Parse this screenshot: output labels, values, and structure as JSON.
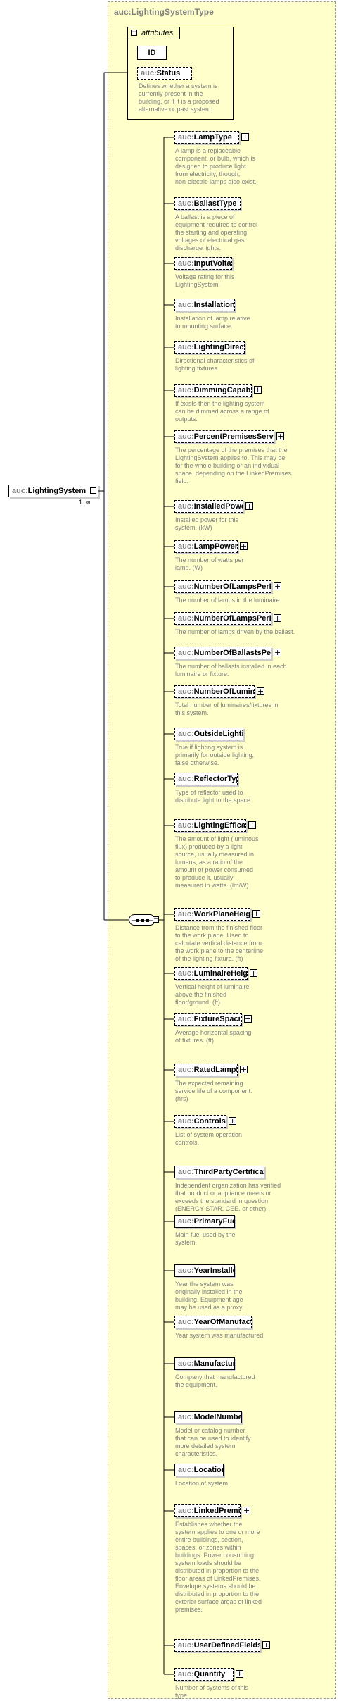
{
  "type_name": "auc:LightingSystemType",
  "attributes": {
    "group_label": "attributes",
    "id_label": "ID",
    "status": {
      "prefix": "auc:",
      "name": "Status",
      "doc": [
        "Defines whether a system is",
        "currently present in the",
        "building, or if it is a proposed",
        "alternative or past system."
      ]
    }
  },
  "root": {
    "prefix": "auc:",
    "name": "LightingSystem",
    "cardinality": "1..∞"
  },
  "elements": [
    {
      "prefix": "auc:",
      "name": "LampType",
      "plus": true,
      "doc": [
        "A lamp is a replaceable",
        "component, or bulb, which is",
        "designed to produce light",
        "from electricity, though,",
        "non-electric lamps also exist."
      ]
    },
    {
      "prefix": "auc:",
      "name": "BallastType",
      "plus": false,
      "doc": [
        "A ballast is a piece of",
        "equipment required to control",
        "the starting and operating",
        "voltages of electrical gas",
        "discharge lights."
      ]
    },
    {
      "prefix": "auc:",
      "name": "InputVoltage",
      "plus": false,
      "doc": [
        "Voltage rating for this",
        "LightingSystem."
      ]
    },
    {
      "prefix": "auc:",
      "name": "InstallationType",
      "plus": false,
      "doc": [
        "Installation of lamp relative",
        "to mounting surface."
      ]
    },
    {
      "prefix": "auc:",
      "name": "LightingDirection",
      "plus": false,
      "doc": [
        "Directional characteristics of",
        "lighting fixtures."
      ]
    },
    {
      "prefix": "auc:",
      "name": "DimmingCapability",
      "plus": true,
      "doc": [
        "If exists then the lighting system",
        "can be dimmed across a range of",
        "outputs."
      ]
    },
    {
      "prefix": "auc:",
      "name": "PercentPremisesServed",
      "plus": true,
      "doc": [
        "The percentage of the premises that the",
        "LightingSystem applies to. This may be",
        "for the whole building or an individual",
        "space, depending on the LinkedPremises",
        "field."
      ]
    },
    {
      "prefix": "auc:",
      "name": "InstalledPower",
      "plus": true,
      "doc": [
        "Installed power for this",
        "system. (kW)"
      ]
    },
    {
      "prefix": "auc:",
      "name": "LampPower",
      "plus": true,
      "doc": [
        "The number of watts per",
        "lamp. (W)"
      ]
    },
    {
      "prefix": "auc:",
      "name": "NumberOfLampsPerLumin...",
      "plus": true,
      "doc": [
        "The number of lamps in the luminaire."
      ]
    },
    {
      "prefix": "auc:",
      "name": "NumberOfLampsPerBallast",
      "plus": true,
      "doc": [
        "The number of lamps driven by the ballast."
      ]
    },
    {
      "prefix": "auc:",
      "name": "NumberOfBallastsPerLumi...",
      "plus": true,
      "doc": [
        "The number of ballasts installed in each",
        "luminaire or fixture."
      ]
    },
    {
      "prefix": "auc:",
      "name": "NumberOfLuminaires",
      "plus": true,
      "doc": [
        "Total number of luminaires/fixtures in",
        "this system."
      ]
    },
    {
      "prefix": "auc:",
      "name": "OutsideLighting",
      "plus": false,
      "doc": [
        "True if lighting system is",
        "primarily for outside lighting,",
        "false otherwise."
      ]
    },
    {
      "prefix": "auc:",
      "name": "ReflectorType",
      "plus": false,
      "doc": [
        "Type of reflector used to",
        "distribute light to the space."
      ]
    },
    {
      "prefix": "auc:",
      "name": "LightingEfficacy",
      "plus": true,
      "doc": [
        "The amount of light (luminous",
        "flux) produced by a light",
        "source, usually measured in",
        "lumens, as a ratio of the",
        "amount of power consumed",
        "to produce it, usually",
        "measured in watts. (lm/W)"
      ]
    },
    {
      "prefix": "auc:",
      "name": "WorkPlaneHeight",
      "plus": true,
      "doc": [
        "Distance from the finished floor",
        "to the work plane. Used to",
        "calculate vertical distance from",
        "the work plane to the centerline",
        "of the lighting fixture. (ft)"
      ]
    },
    {
      "prefix": "auc:",
      "name": "LuminaireHeight",
      "plus": true,
      "doc": [
        "Vertical height of luminaire",
        "above the finished",
        "floor/ground. (ft)"
      ]
    },
    {
      "prefix": "auc:",
      "name": "FixtureSpacing",
      "plus": true,
      "doc": [
        "Average horizontal spacing",
        "of fixtures. (ft)"
      ]
    },
    {
      "prefix": "auc:",
      "name": "RatedLampLife",
      "plus": true,
      "doc": [
        "The expected remaining",
        "service life of a component.",
        "(hrs)"
      ]
    },
    {
      "prefix": "auc:",
      "name": "Controls",
      "plus": true,
      "doc": [
        "List of system operation",
        "controls."
      ]
    },
    {
      "prefix": "auc:",
      "name": "ThirdPartyCertification",
      "plus": false,
      "doc": [
        "Independent organization has verified",
        "that product or appliance meets or",
        "exceeds the standard in question",
        "(ENERGY STAR, CEE, or other)."
      ]
    },
    {
      "prefix": "auc:",
      "name": "PrimaryFuel",
      "plus": false,
      "doc": [
        "Main fuel used by the",
        "system."
      ]
    },
    {
      "prefix": "auc:",
      "name": "YearInstalled",
      "plus": false,
      "doc": [
        "Year the system was",
        "originally installed in the",
        "building. Equipment age",
        "may be used as a proxy."
      ]
    },
    {
      "prefix": "auc:",
      "name": "YearOfManufacture",
      "plus": false,
      "doc": [
        "Year system was manufactured."
      ]
    },
    {
      "prefix": "auc:",
      "name": "Manufacturer",
      "plus": false,
      "doc": [
        "Company that manufactured",
        "the equipment."
      ]
    },
    {
      "prefix": "auc:",
      "name": "ModelNumber",
      "plus": false,
      "doc": [
        "Model or catalog number",
        "that can be used to identify",
        "more detailed system",
        "characteristics."
      ]
    },
    {
      "prefix": "auc:",
      "name": "Location",
      "plus": false,
      "doc": [
        "Location of system."
      ]
    },
    {
      "prefix": "auc:",
      "name": "LinkedPremises",
      "plus": true,
      "doc": [
        "Establishes whether the",
        "system applies to one or more",
        "entire buildings, section,",
        "spaces, or zones within",
        "buildings. Power consuming",
        "system loads should be",
        "distributed in proportion to the",
        "floor areas of LinkedPremises.",
        "Envelope systems should be",
        "distributed in proportion to the",
        "exterior surface areas of linked",
        "premises."
      ]
    },
    {
      "prefix": "auc:",
      "name": "UserDefinedFields",
      "plus": true,
      "doc": []
    },
    {
      "prefix": "auc:",
      "name": "Quantity",
      "plus": true,
      "doc": [
        "Number of systems of this",
        "type."
      ]
    }
  ]
}
